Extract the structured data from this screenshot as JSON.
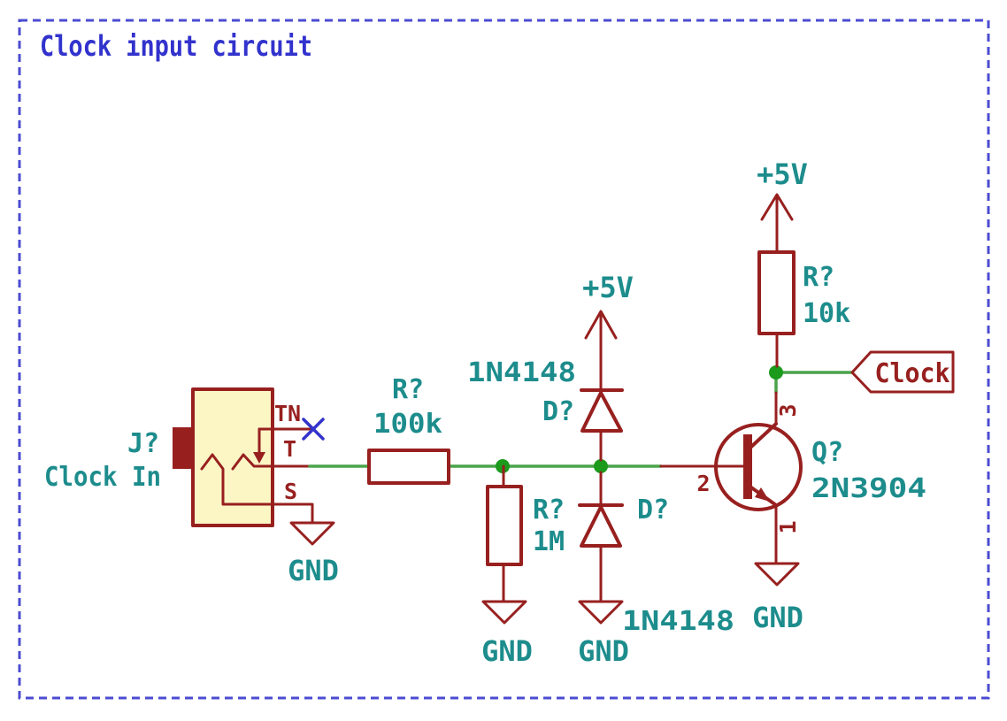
{
  "sheet": {
    "title": "Clock input circuit"
  },
  "colors": {
    "outline": "#97201f",
    "wire": "#4aa34a",
    "junction": "#1b9a1b",
    "field": "#1d8c8c",
    "title_text": "#3232cd",
    "border": "#4c4cd2",
    "noconnect": "#3333cc",
    "body_fill": "#fcf6c5",
    "background": "#ffffff"
  },
  "power": {
    "vcc": "+5V",
    "gnd": "GND"
  },
  "net_labels": {
    "clock": "Clock"
  },
  "components": {
    "jack": {
      "ref": "J?",
      "value": "Clock In",
      "pin_names": {
        "tn": "TN",
        "t": "T",
        "s": "S"
      }
    },
    "r_series": {
      "ref": "R?",
      "value": "100k"
    },
    "r_pulldown": {
      "ref": "R?",
      "value": "1M"
    },
    "d_clamp_high": {
      "ref": "D?",
      "value": "1N4148"
    },
    "d_clamp_low": {
      "ref": "D?",
      "value": "1N4148"
    },
    "q_buffer": {
      "ref": "Q?",
      "value": "2N3904",
      "pins": {
        "emitter": "1",
        "base": "2",
        "collector": "3"
      }
    },
    "r_pullup": {
      "ref": "R?",
      "value": "10k"
    }
  }
}
